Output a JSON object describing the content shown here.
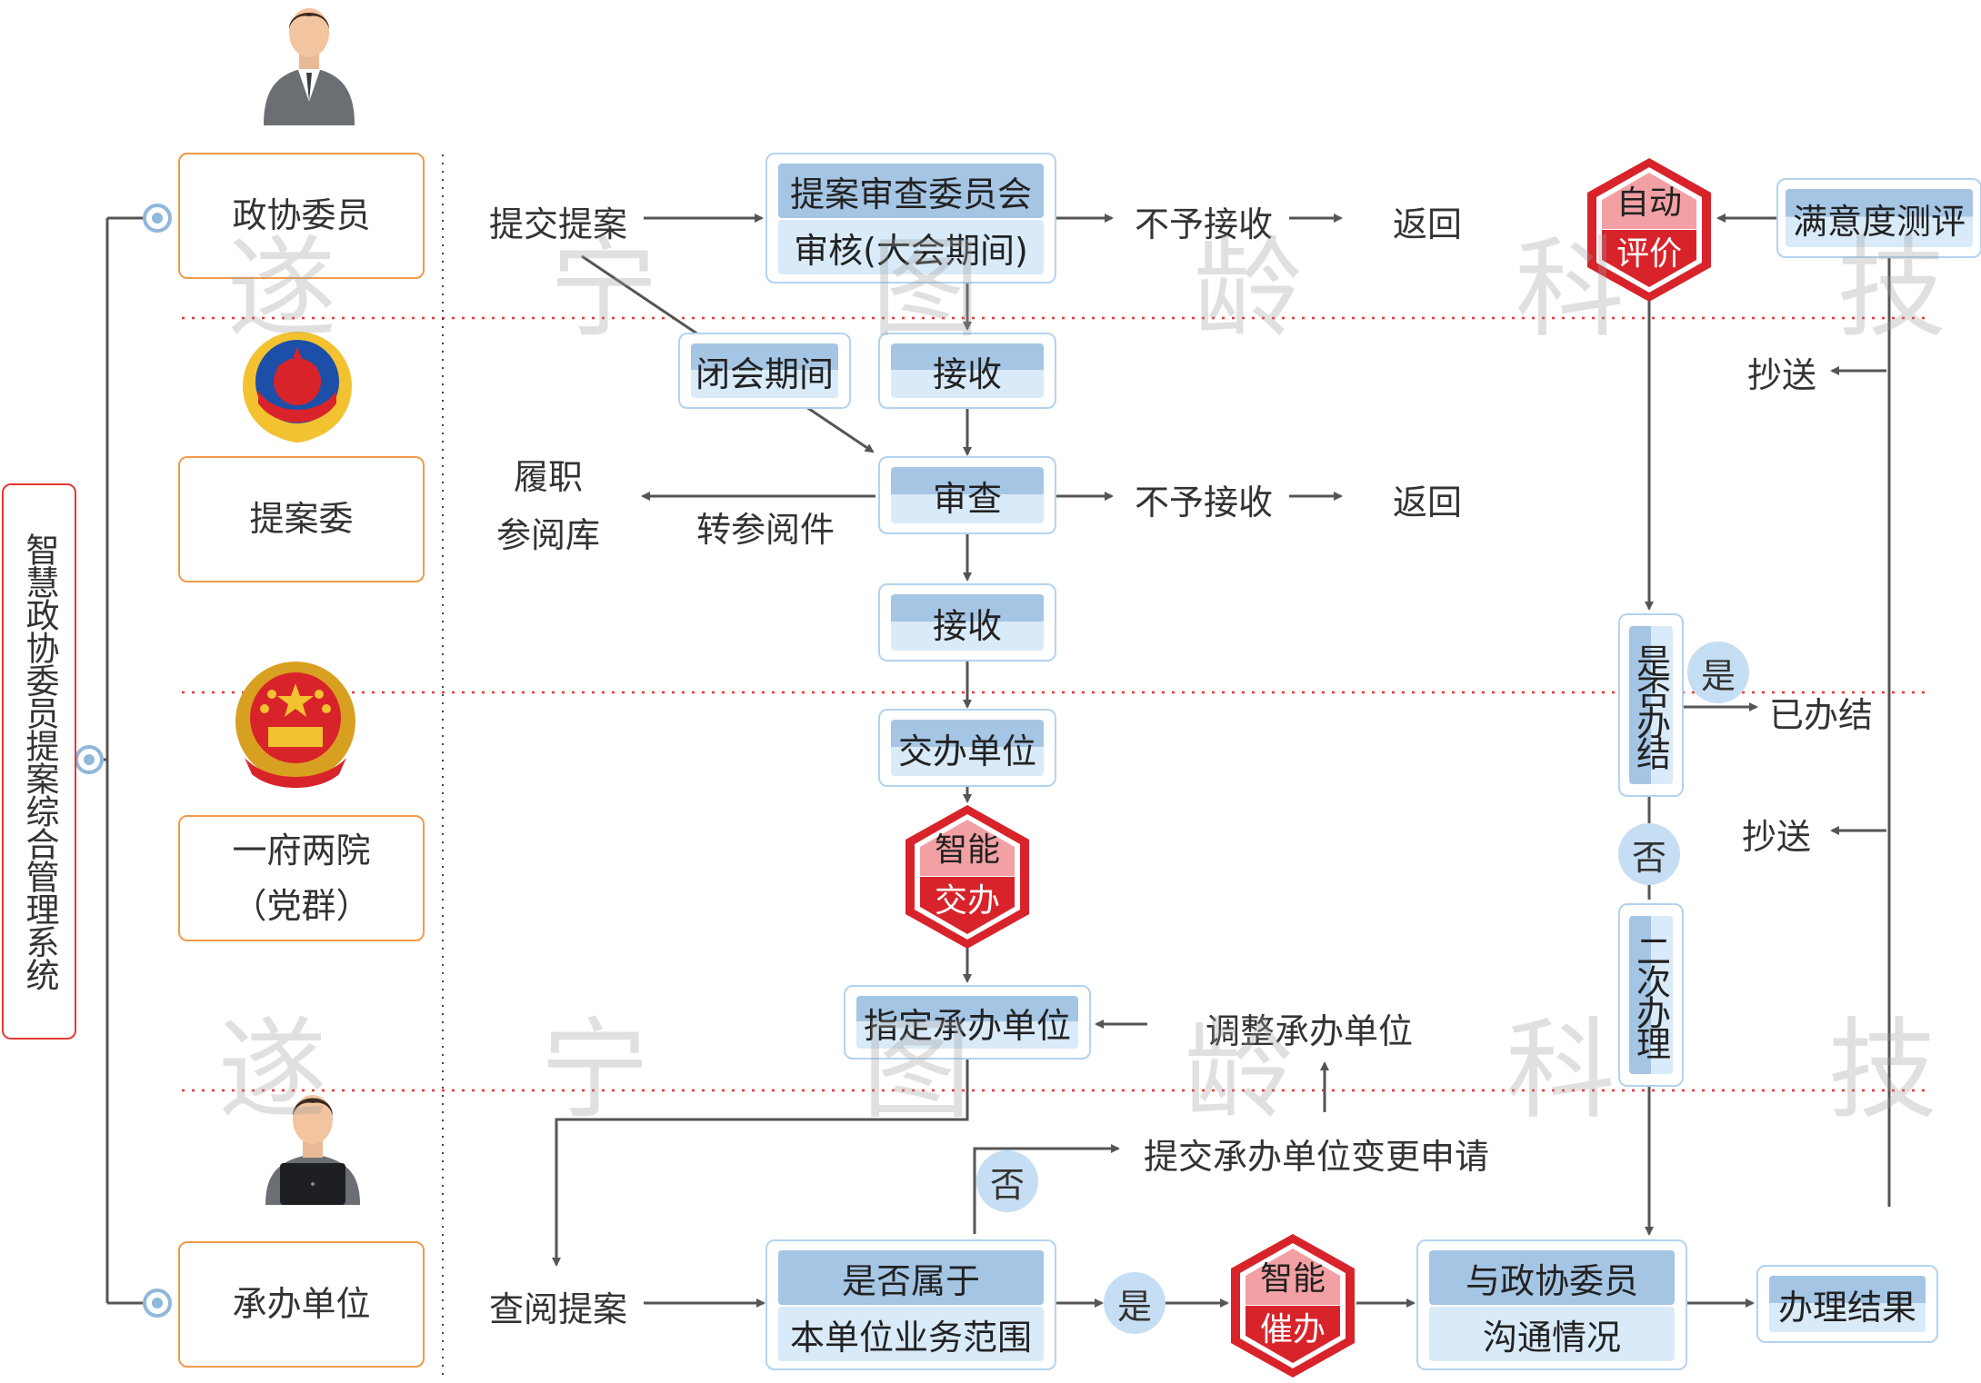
{
  "system_title": "智慧政协委员提案综合管理系统",
  "roles": {
    "member": "政协委员",
    "committee": "提案委",
    "gov_line1": "一府两院",
    "gov_line2": "（党群）",
    "handler": "承办单位"
  },
  "nodes": {
    "submit_proposal": "提交提案",
    "review_line1": "提案审查委员会",
    "review_line2": "审核(大会期间)",
    "reject1": "不予接收",
    "return1": "返回",
    "closing_period": "闭会期间",
    "receive1": "接收",
    "performance_line1": "履职",
    "performance_line2": "参阅库",
    "transfer_reference": "转参阅件",
    "examine": "审查",
    "reject2": "不予接收",
    "return2": "返回",
    "receive2": "接收",
    "assign_unit": "交办单位",
    "smart_assign_line1": "智能",
    "smart_assign_line2": "交办",
    "designate_unit": "指定承办单位",
    "adjust_unit": "调整承办单位",
    "submit_change": "提交承办单位变更申请",
    "no_label": "否",
    "check_proposal": "查阅提案",
    "scope_line1": "是否属于",
    "scope_line2": "本单位业务范围",
    "yes_label": "是",
    "smart_urge_line1": "智能",
    "smart_urge_line2": "催办",
    "communicate_line1": "与政协委员",
    "communicate_line2": "沟通情况",
    "result": "办理结果",
    "auto_eval_line1": "自动",
    "auto_eval_line2": "评价",
    "satisfaction": "满意度测评",
    "cc1": "抄送",
    "cc2": "抄送",
    "completed_q": "是否办结",
    "yes2": "是",
    "completed": "已办结",
    "no2": "否",
    "second_handle": "二次办理"
  },
  "watermark": "遂 宁 图 龄 科 技 有 限 公 司",
  "colors": {
    "role_border": "#f29a4c",
    "title_border": "#e53935",
    "box_border": "#b3d3ee",
    "box_top": "#a5c5e4",
    "box_bottom": "#d9eaf8",
    "hex_red": "#d8232a",
    "hex_pink": "#f2a0a4",
    "arrow": "#555555",
    "divider": "#e53935"
  }
}
